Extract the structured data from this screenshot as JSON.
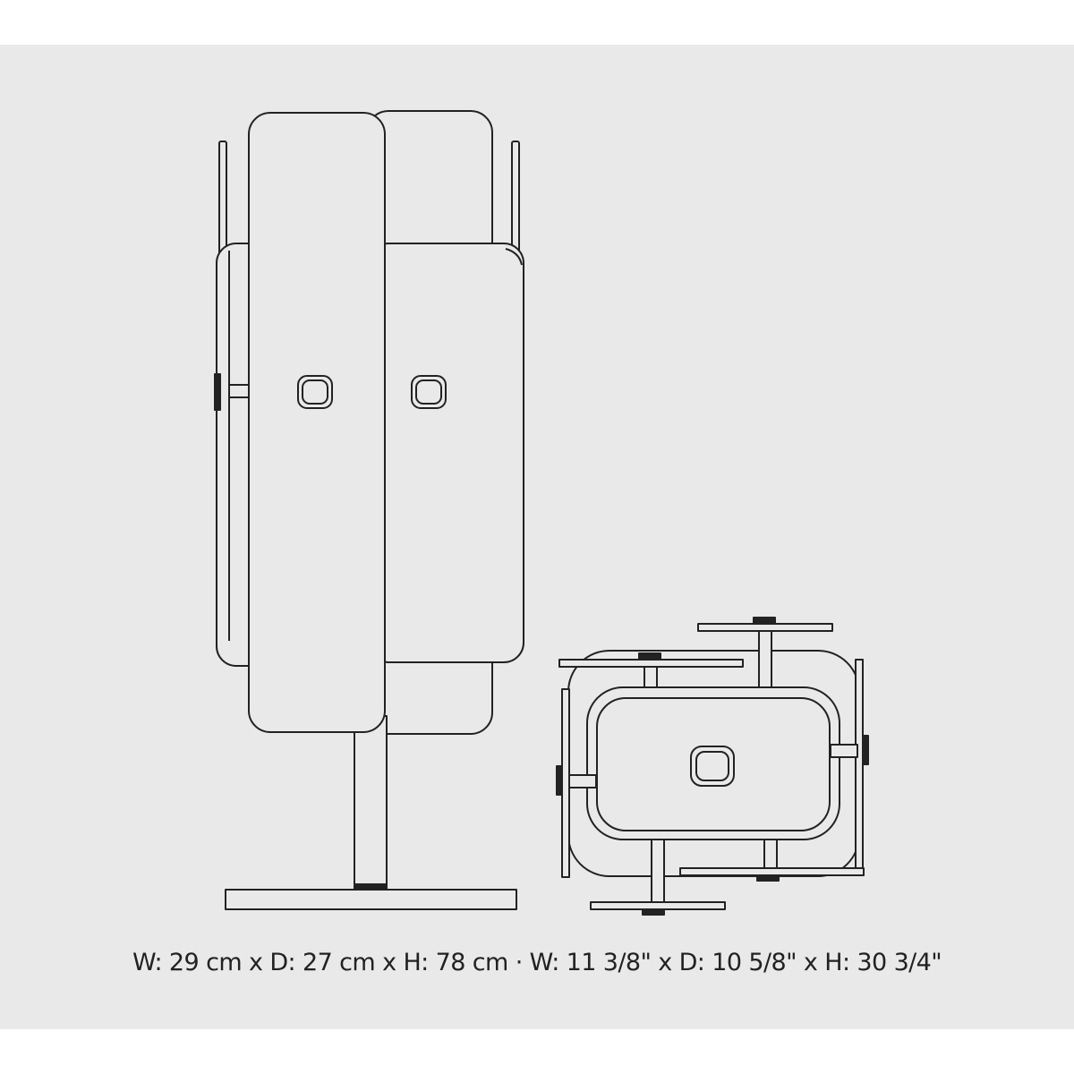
{
  "colors": {
    "background": "#e9e9e9",
    "line": "#222222",
    "text": "#222222"
  },
  "caption": {
    "dimensions": "W: 29 cm x D: 27 cm x H: 78 cm · W: 11 3/8\" x D: 10 5/8\" x H: 30 3/4\""
  },
  "views": [
    "front-elevation",
    "top-plan"
  ]
}
